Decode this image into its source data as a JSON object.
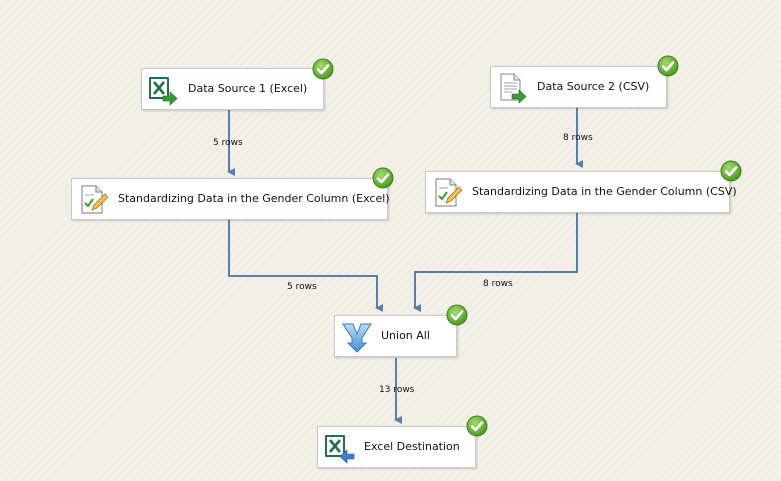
{
  "tasks": {
    "source1": {
      "label": "Data Source 1 (Excel)",
      "icon": "excel-source-icon"
    },
    "source2": {
      "label": "Data Source 2 (CSV)",
      "icon": "flat-file-source-icon"
    },
    "derive1": {
      "label": "Standardizing Data in the Gender Column (Excel)",
      "icon": "derived-column-icon"
    },
    "derive2": {
      "label": "Standardizing Data in the Gender Column (CSV)",
      "icon": "derived-column-icon"
    },
    "union": {
      "label": "Union All",
      "icon": "union-all-icon"
    },
    "dest": {
      "label": "Excel Destination",
      "icon": "excel-destination-icon"
    }
  },
  "paths": {
    "source1_to_derive1": "5 rows",
    "source2_to_derive2": "8 rows",
    "derive1_to_union": "5 rows",
    "derive2_to_union": "8 rows",
    "union_to_dest": "13 rows"
  },
  "status": {
    "state": "success",
    "icon": "success-check-icon",
    "color": "#5aa02c"
  },
  "colors": {
    "connector": "#5b7fa6",
    "canvas": "#f3f0e8",
    "excel": "#217346"
  }
}
